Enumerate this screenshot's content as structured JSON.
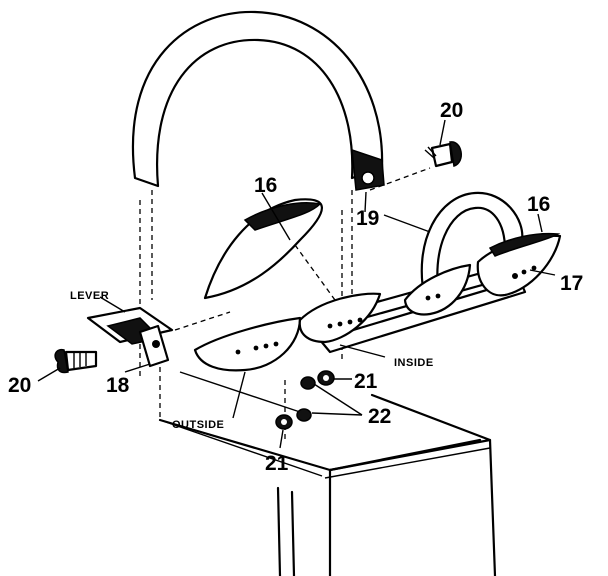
{
  "labels": {
    "lever": "LEVER",
    "inside": "INSIDE",
    "outside": "OUTSIDE",
    "n20_top": "20",
    "n20_left": "20",
    "n16_left": "16",
    "n16_right": "16",
    "n17": "17",
    "n18": "18",
    "n19": "19",
    "n21_upper": "21",
    "n21_lower": "21",
    "n22": "22"
  }
}
